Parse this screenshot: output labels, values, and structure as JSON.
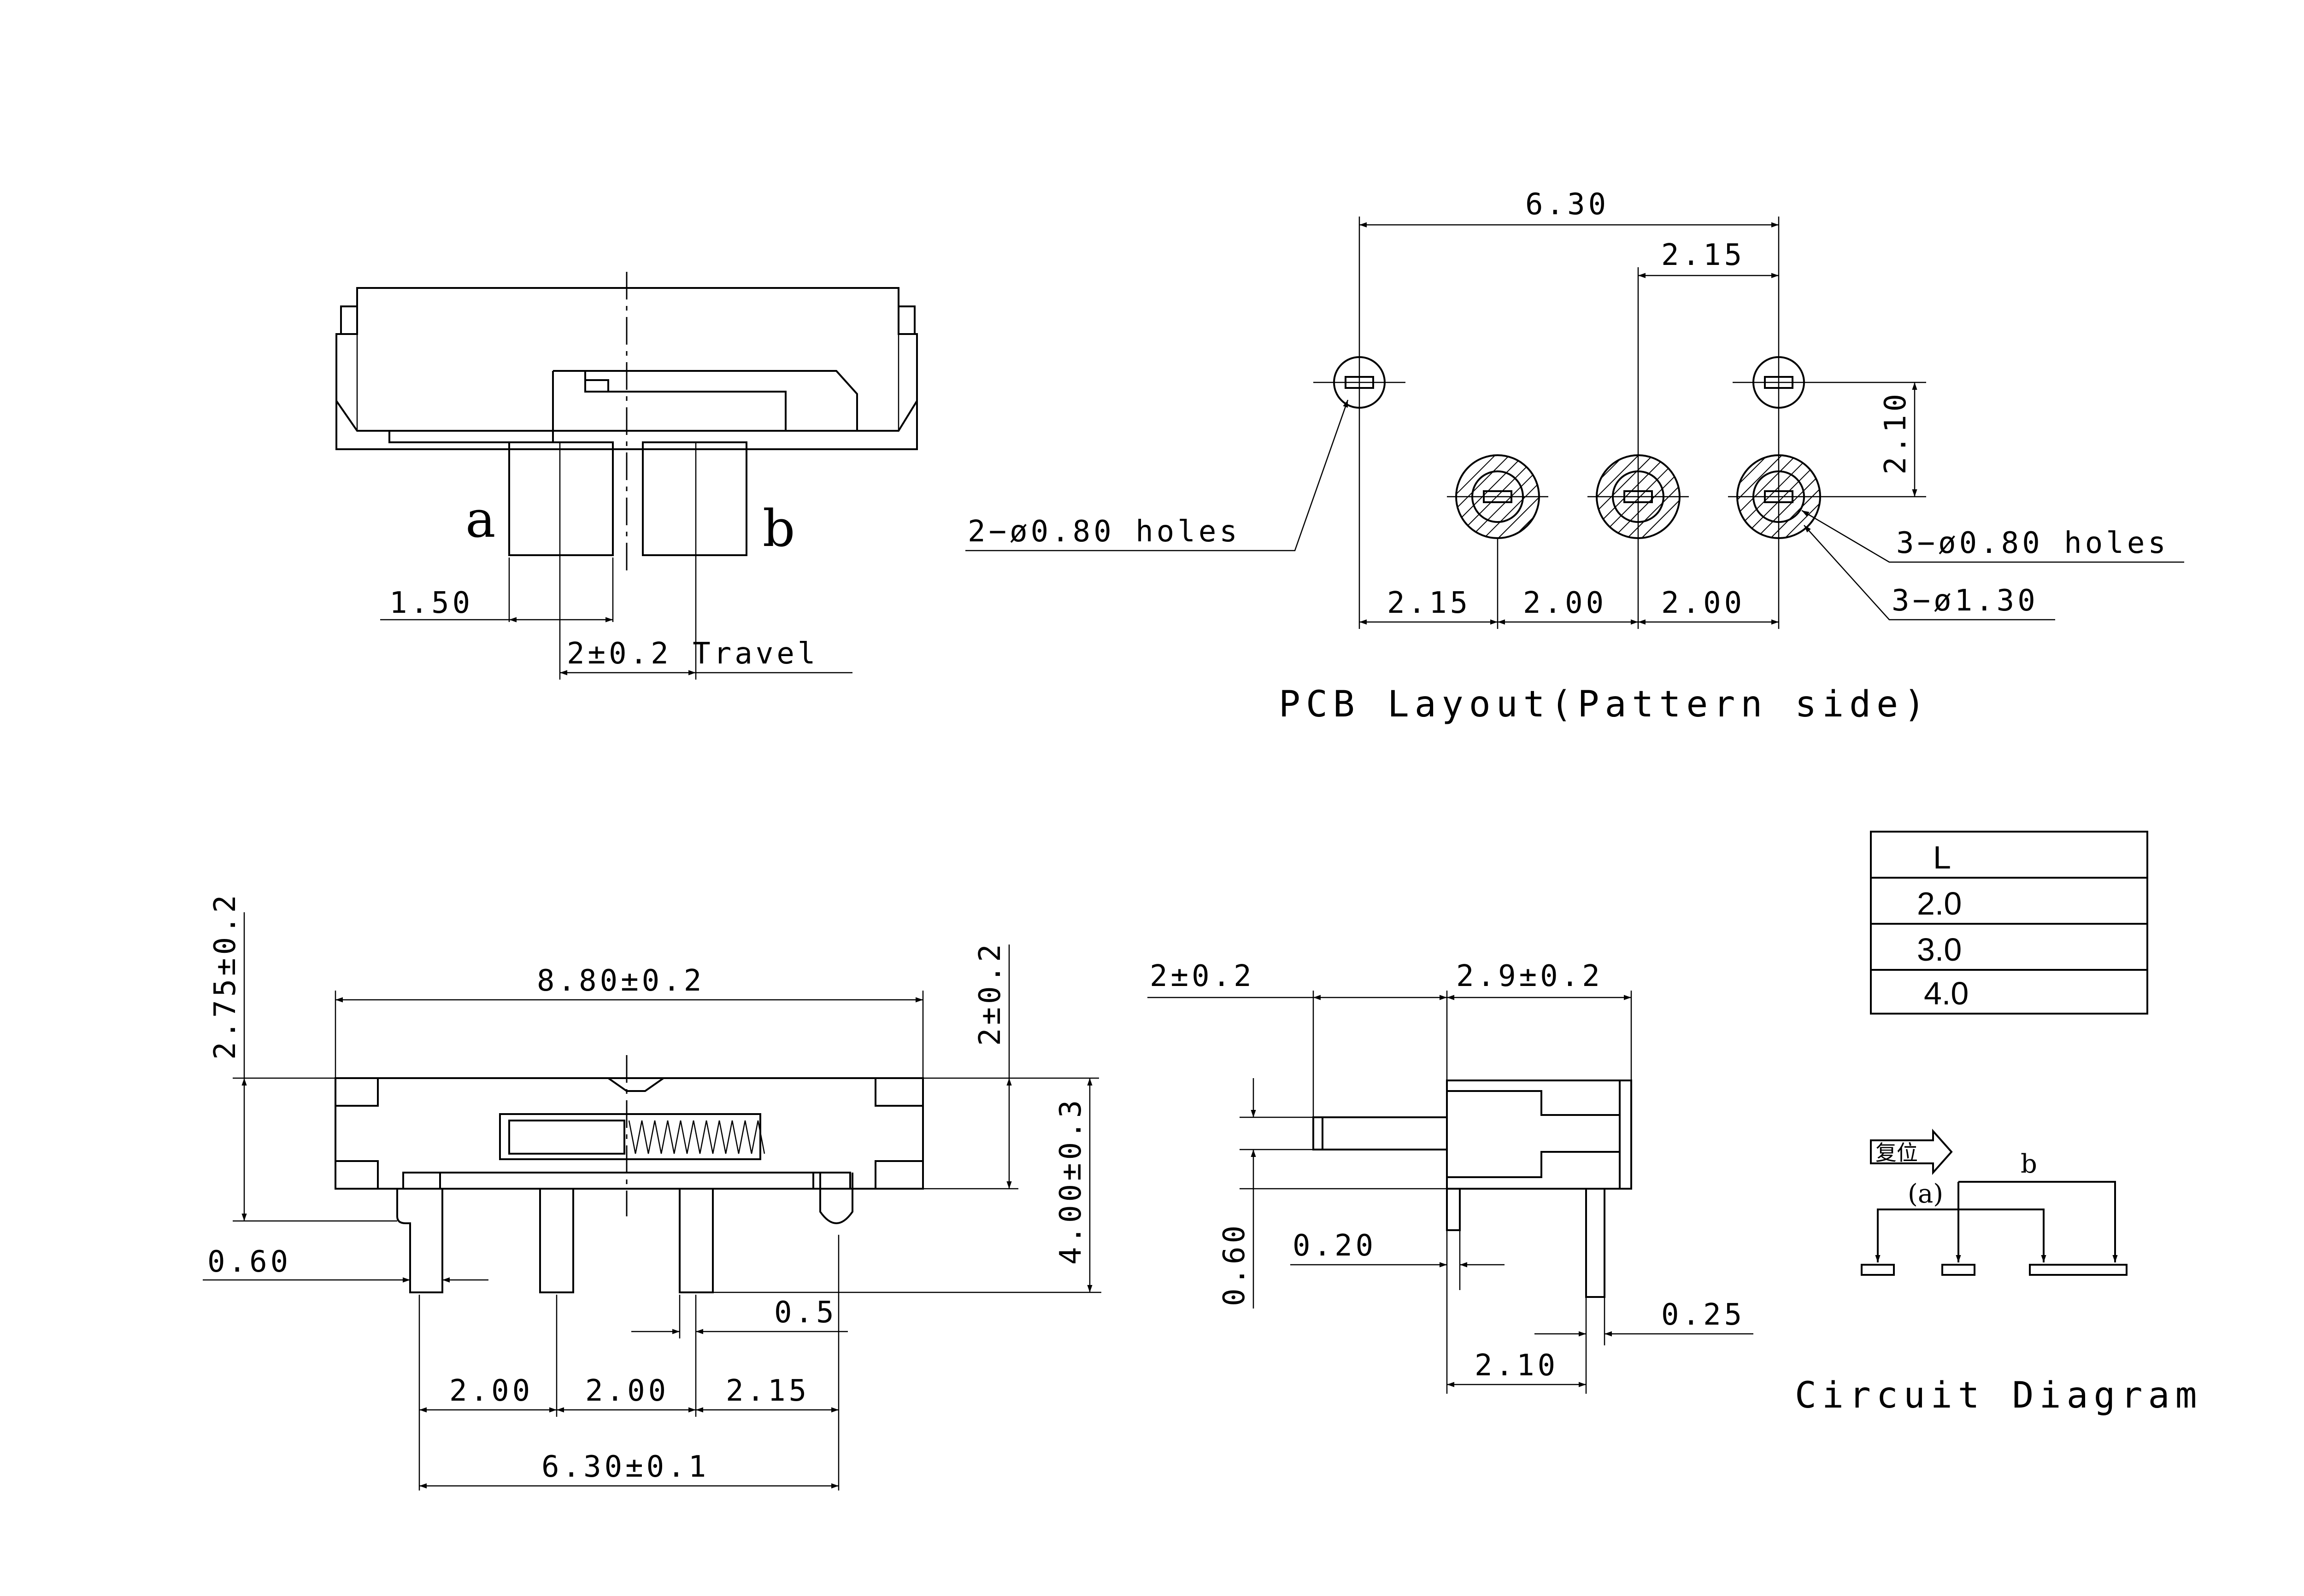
{
  "top_view": {
    "label_a": "a",
    "label_b": "b",
    "dim_1_50": "1.50",
    "dim_travel": "2±0.2 Travel"
  },
  "pcb_layout": {
    "title": "PCB Layout(Pattern side)",
    "dim_overall": "6.30",
    "dim_top_2_15": "2.15",
    "dim_vertical": "2.10",
    "dim_bottom_1": "2.15",
    "dim_bottom_2": "2.00",
    "dim_bottom_3": "2.00",
    "note_small_holes": "2−ø0.80 holes",
    "note_pin_holes": "3−ø0.80 holes",
    "note_pads": "3−ø1.30"
  },
  "front_view": {
    "dim_width": "8.80±0.2",
    "dim_height_left": "2.75±0.2",
    "dim_height_right": "2±0.2",
    "dim_total_height": "4.00±0.3",
    "dim_pin": "0.60",
    "dim_gap": "0.5",
    "dim_pitch_1": "2.00",
    "dim_pitch_2": "2.00",
    "dim_pitch_3": "2.15",
    "dim_overall_pins": "6.30±0.1"
  },
  "side_view": {
    "dim_lever": "2±0.2",
    "dim_body": "2.9±0.2",
    "dim_pin_vert": "0.60",
    "dim_pin_thick": "0.20",
    "dim_pin_thick_2": "0.25",
    "dim_pin_spacing": "2.10"
  },
  "lever_table": {
    "header": "L",
    "rows": [
      "2.0",
      "3.0",
      "4.0"
    ]
  },
  "circuit": {
    "title": "Circuit Diagram",
    "arrow_text": "复位",
    "label_a": "(a)",
    "label_b": "b"
  }
}
